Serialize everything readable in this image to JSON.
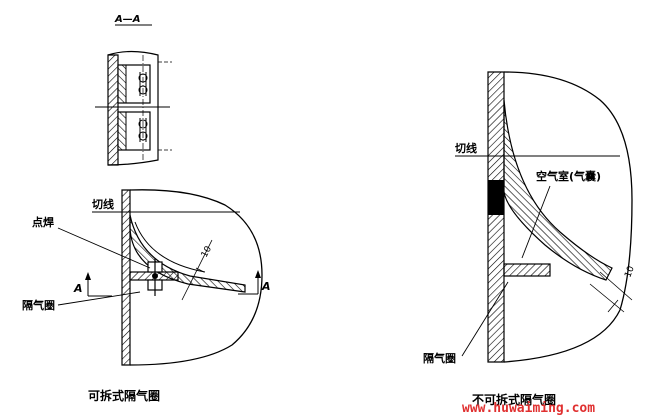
{
  "left": {
    "section_label": "A—A",
    "cut_line_label": "切线",
    "spot_weld_label": "点焊",
    "ring_label": "隔气圈",
    "section_mark_left": "A",
    "section_mark_right": "A",
    "dimension": "10",
    "caption": "可拆式隔气圈"
  },
  "right": {
    "cut_line_label": "切线",
    "air_chamber_label": "空气室(气囊)",
    "ring_label": "隔气圈",
    "dimension": "10",
    "caption": "不可拆式隔气圈"
  },
  "watermark": "www.huwaiming.com"
}
